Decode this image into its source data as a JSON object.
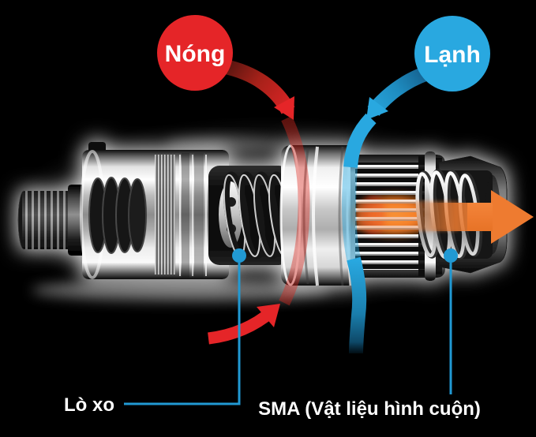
{
  "diagram": {
    "title": "thermostatic-mixing-valve-flow-diagram",
    "background": "#000000",
    "bubbles": {
      "hot": "Nóng",
      "cold": "Lạnh"
    },
    "part_labels": {
      "spring": "Lò xo",
      "sma": "SMA (Vật liệu hình cuộn)"
    },
    "colors": {
      "hot_red": "#e52528",
      "cold_blue": "#29a8e0",
      "mixed_orange": "#ee7b30",
      "callout_blue": "#2199d3",
      "label_text": "#ffffff"
    },
    "flows": [
      {
        "name": "hot-inlet-arrow",
        "color_ref": "hot_red"
      },
      {
        "name": "cold-inlet-arrow",
        "color_ref": "cold_blue"
      },
      {
        "name": "hot-return-arrow",
        "color_ref": "hot_red"
      },
      {
        "name": "mixed-outlet-arrow",
        "color_ref": "mixed_orange"
      }
    ]
  }
}
